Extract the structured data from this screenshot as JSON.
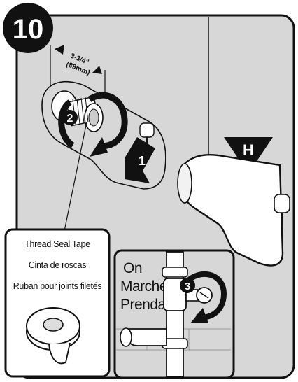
{
  "step_number": "10",
  "dimension": {
    "inches": "3-3/4\"",
    "mm": "(89mm)"
  },
  "callouts": {
    "first": "1",
    "second": "2",
    "third": "3"
  },
  "part_letter": "H",
  "tape_labels": [
    "Thread Seal Tape",
    "Cinta de roscas",
    "Ruban pour joints filetés"
  ],
  "on_labels": [
    "On",
    "Marche",
    "Prenda"
  ],
  "colors": {
    "panel_gray": "#d7d7d7",
    "ink": "#111111",
    "white": "#ffffff"
  }
}
